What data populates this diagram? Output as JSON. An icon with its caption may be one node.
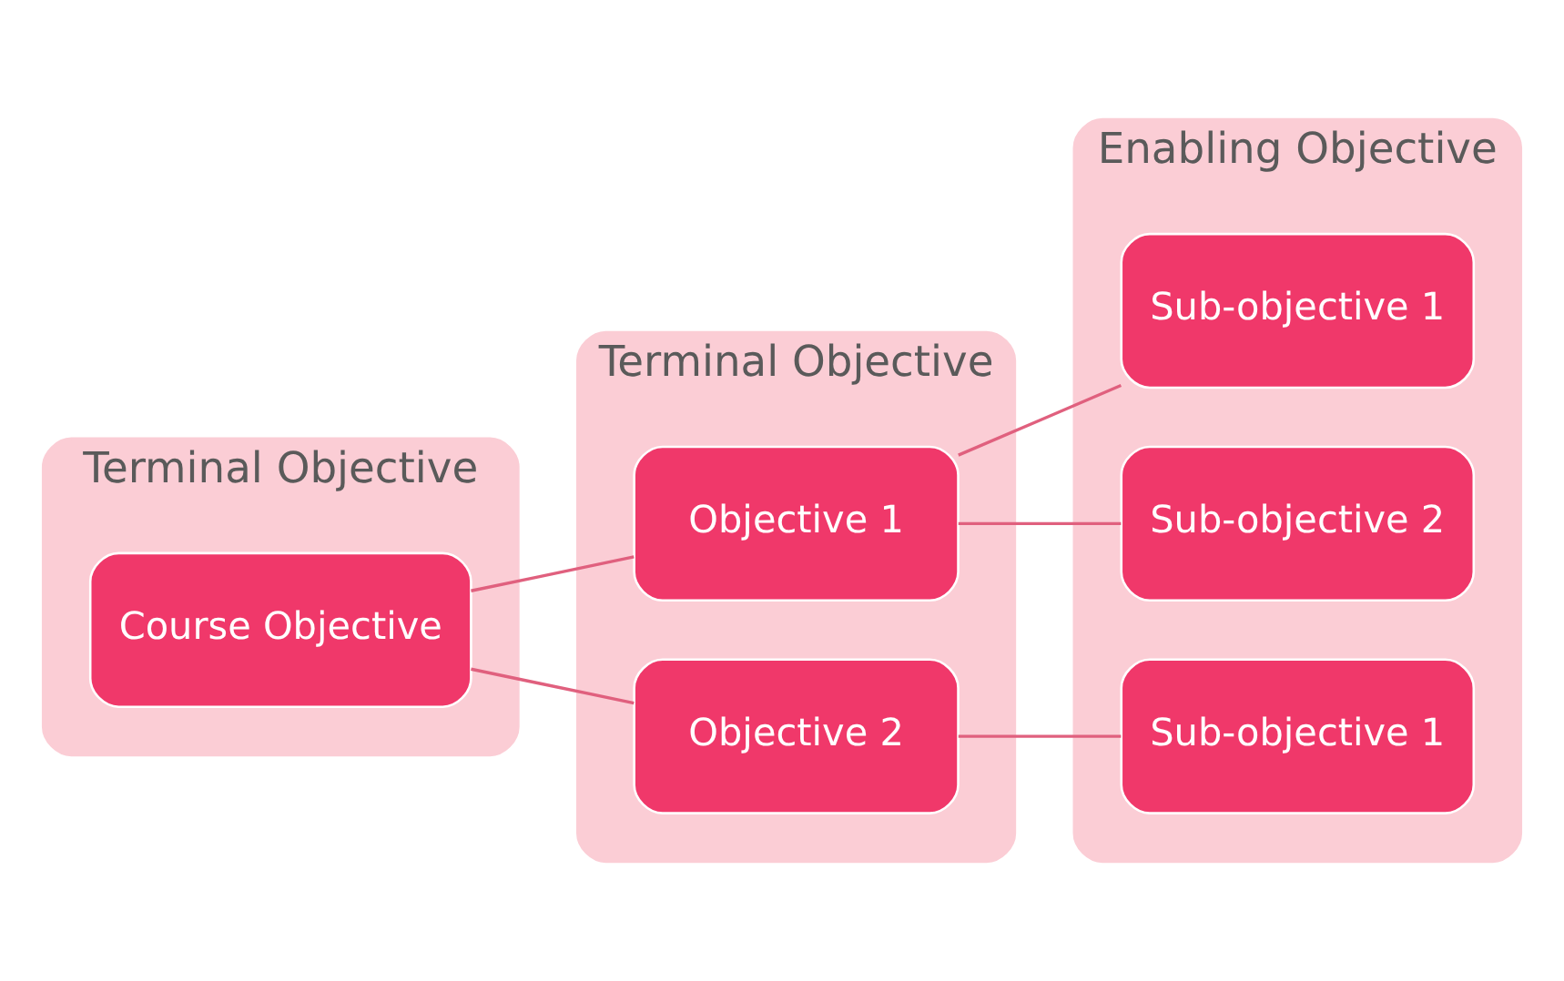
{
  "diagram": {
    "nodes": [
      {
        "text": [
          "Terminal Objective"
        ]
      },
      {
        "text": [
          "Course Objective"
        ],
        "in": 0
      },
      {
        "text": [
          "Terminal Objective"
        ]
      },
      {
        "text": [
          "Objective 1"
        ],
        "in": 2
      },
      {
        "text": [
          "Objective 2"
        ],
        "in": 2
      },
      {
        "text": [
          "Enabling Objective"
        ]
      },
      {
        "text": [
          "Sub-objective 1"
        ],
        "in": 5
      },
      {
        "text": [
          "Sub-objective 2"
        ],
        "in": 5
      },
      {
        "text": [
          "Sub-objective 1"
        ],
        "in": 5
      }
    ],
    "edges": [
      {
        "from": 1,
        "to": 3,
        "arrow": "none"
      },
      {
        "from": 1,
        "to": 4,
        "arrow": "none"
      },
      {
        "from": 3,
        "to": 6,
        "arrow": "none"
      },
      {
        "from": 3,
        "to": 7,
        "arrow": "none"
      },
      {
        "from": 4,
        "to": 8,
        "arrow": "none"
      }
    ]
  }
}
